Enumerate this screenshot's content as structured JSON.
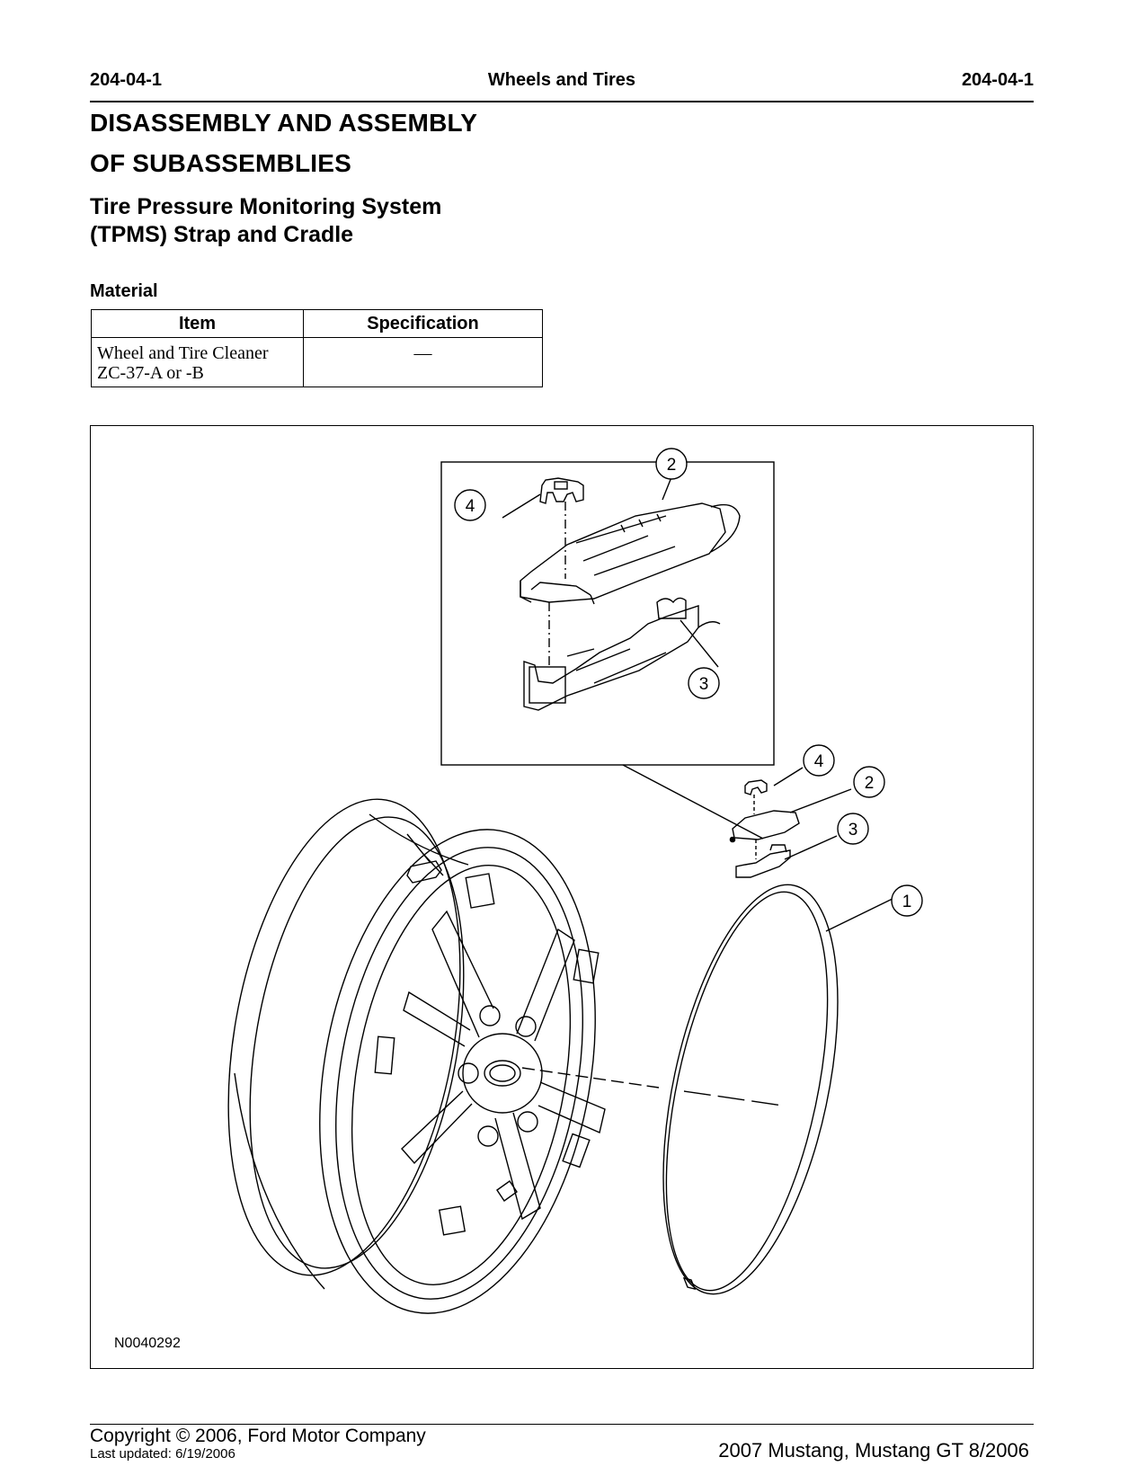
{
  "header": {
    "left": "204-04-1",
    "center": "Wheels and Tires",
    "right": "204-04-1"
  },
  "title": {
    "line1": "DISASSEMBLY AND ASSEMBLY",
    "line2": "OF SUBASSEMBLIES"
  },
  "subtitle": {
    "line1": "Tire Pressure Monitoring System",
    "line2": "(TPMS) Strap and Cradle"
  },
  "material": {
    "heading": "Material",
    "columns": [
      "Item",
      "Specification"
    ],
    "rows": [
      {
        "item_line1": "Wheel and Tire Cleaner",
        "item_line2": "ZC-37-A or -B",
        "specification": "—"
      }
    ]
  },
  "figure": {
    "code": "N0040292",
    "callouts": {
      "detail_2": "2",
      "detail_4": "4",
      "detail_3": "3",
      "main_4": "4",
      "main_2": "2",
      "main_3": "3",
      "main_1": "1"
    }
  },
  "footer": {
    "copyright": "Copyright © 2006, Ford Motor Company",
    "updated": "Last updated: 6/19/2006",
    "vehicle": "2007 Mustang, Mustang GT 8/2006"
  }
}
